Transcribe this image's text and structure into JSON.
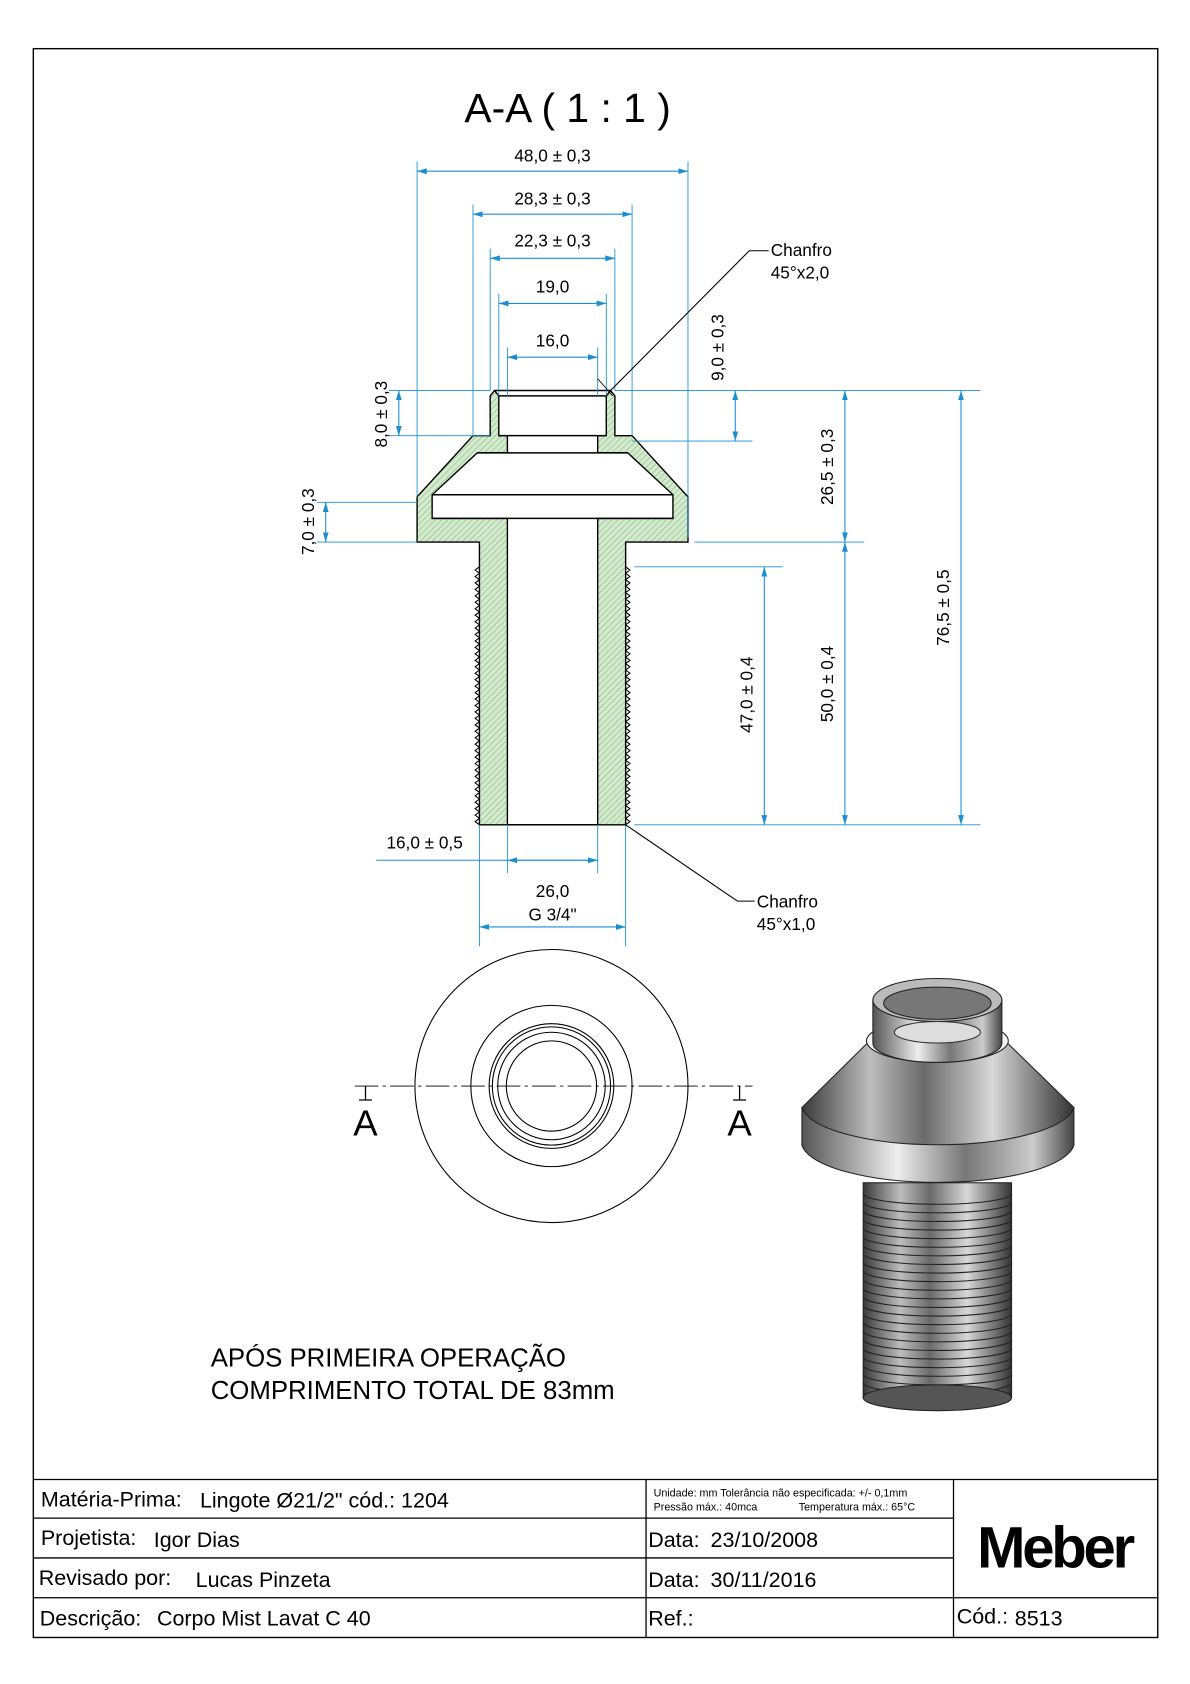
{
  "drawing": {
    "section_title": "A-A ( 1 : 1 )",
    "dimensions": {
      "d48": "48,0 ± 0,3",
      "d28": "28,3 ± 0,3",
      "d22": "22,3 ± 0,3",
      "d19": "19,0",
      "d16": "16,0",
      "h8": "8,0 ± 0,3",
      "h7": "7,0 ± 0,3",
      "h9": "9,0 ± 0,3",
      "h26": "26,5 ± 0,3",
      "h50": "50,0 ± 0,4",
      "h47": "47,0 ± 0,4",
      "h76": "76,5 ± 0,5",
      "b16": "16,0 ± 0,5",
      "b26": "26,0",
      "thread": "G 3/4\""
    },
    "chamfer_top": {
      "label": "Chanfro",
      "value": "45°x2,0"
    },
    "chamfer_bottom": {
      "label": "Chanfro",
      "value": "45°x1,0"
    },
    "section_marker_left": "A",
    "section_marker_right": "A",
    "note_line1": "APÓS PRIMEIRA OPERAÇÃO",
    "note_line2": "COMPRIMENTO TOTAL DE 83mm"
  },
  "title_block": {
    "materia_label": "Matéria-Prima:",
    "materia_value": "Lingote Ø21/2\" cód.: 1204",
    "spec_line1": "Unidade: mm Tolerância não especificada: +/- 0,1mm",
    "spec_line2a": "Pressão máx.: 40mca",
    "spec_line2b": "Temperatura máx.: 65°C",
    "projetista_label": "Projetista:",
    "projetista_value": "Igor Dias",
    "data1_label": "Data:",
    "data1_value": "23/10/2008",
    "revisado_label": "Revisado por:",
    "revisado_value": "Lucas Pinzeta",
    "data2_label": "Data:",
    "data2_value": "30/11/2016",
    "descricao_label": "Descrição:",
    "descricao_value": "Corpo Mist Lavat C 40",
    "ref_label": "Ref.:",
    "cod_label": "Cód.:",
    "cod_value": "8513",
    "logo": "Meber"
  },
  "colors": {
    "dimension": "#1a8fd0",
    "hatch_fill": "#d3ebcd"
  }
}
